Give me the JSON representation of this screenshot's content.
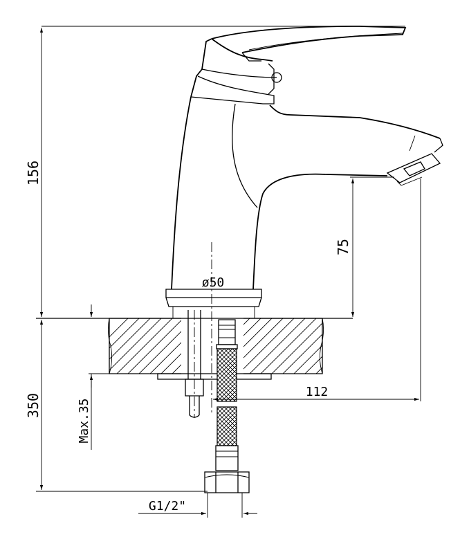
{
  "dimensions": {
    "height_above_deck": "156",
    "spout_clearance": "75",
    "base_diameter": "ø50",
    "spout_reach": "112",
    "hose_length": "350",
    "max_deck_thickness": "Max.35",
    "thread_size": "G1/2\""
  }
}
